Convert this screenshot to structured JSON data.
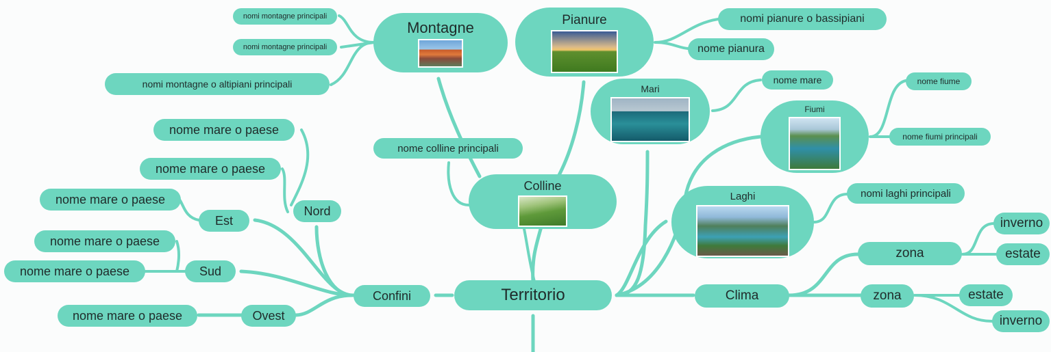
{
  "map": {
    "center": "Territorio",
    "confini": "Confini",
    "nord": "Nord",
    "est": "Est",
    "sud": "Sud",
    "ovest": "Ovest",
    "mare_paese": "nome mare o paese",
    "montagne": "Montagne",
    "pianure": "Pianure",
    "colline": "Colline",
    "mari": "Mari",
    "fiumi": "Fiumi",
    "laghi": "Laghi",
    "clima": "Clima",
    "zona": "zona",
    "inverno": "inverno",
    "estate": "estate",
    "nomi_montagne": "nomi montagne principali",
    "nomi_montagne_altipiani": "nomi montagne o altipiani principali",
    "nomi_pianure": "nomi pianure o bassipiani",
    "nome_pianura": "nome pianura",
    "nome_colline": "nome colline principali",
    "nome_mare": "nome mare",
    "nome_fiume": "nome fiume",
    "nome_fiumi": "nome fiumi principali",
    "nomi_laghi": "nomi laghi principali"
  },
  "colors": {
    "node": "#6dd6bf",
    "link": "#6dd6bf",
    "text": "#1f2b2a",
    "background": "#fbfcfc"
  }
}
